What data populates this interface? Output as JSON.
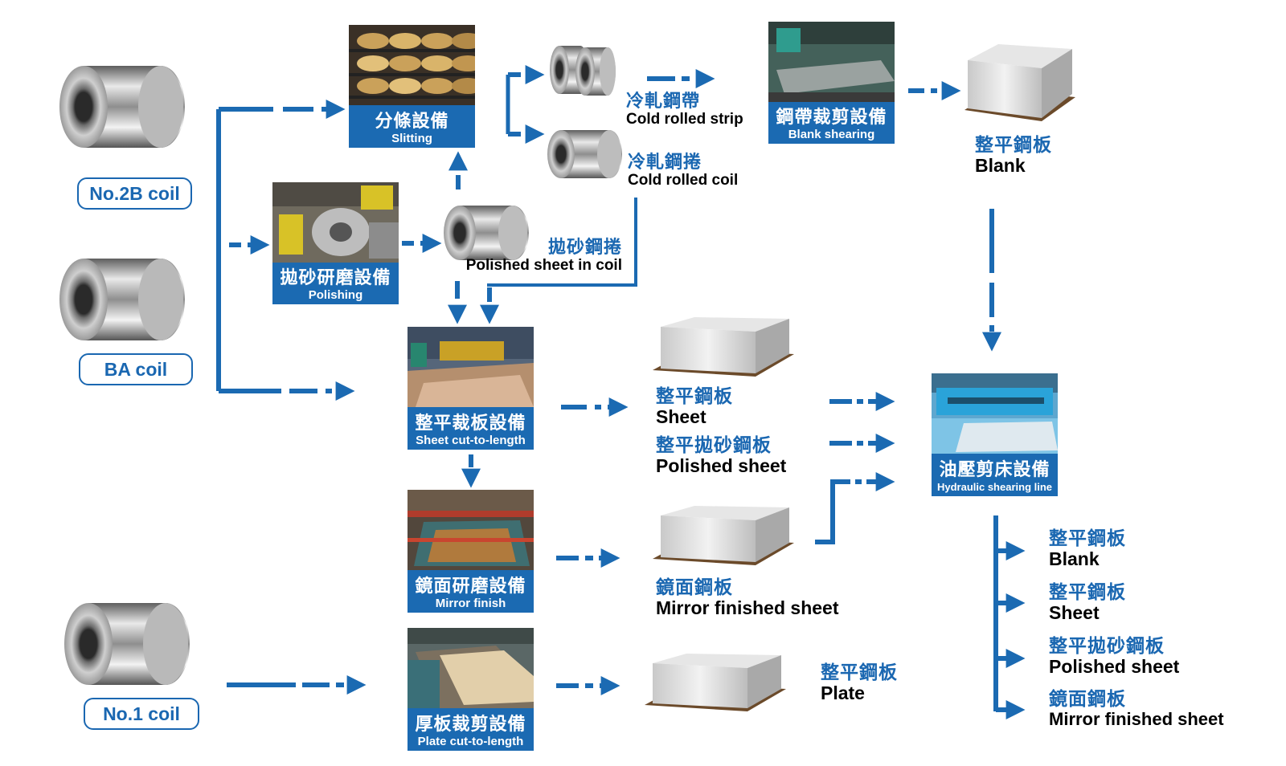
{
  "colors": {
    "accent": "#1a67b1",
    "arrow": "#1b6ab2"
  },
  "coils": {
    "no2b": {
      "label": "No.2B coil"
    },
    "ba": {
      "label": "BA coil"
    },
    "no1": {
      "label": "No.1 coil"
    }
  },
  "equipment": {
    "slitting": {
      "zh": "分條設備",
      "en": "Slitting",
      "icon": "slitting-machine-photo"
    },
    "polishing": {
      "zh": "拋砂研磨設備",
      "en": "Polishing",
      "icon": "polishing-machine-photo"
    },
    "blank_shearing": {
      "zh": "鋼帶裁剪設備",
      "en": "Blank shearing",
      "icon": "blank-shearing-machine-photo"
    },
    "sheet_ctl": {
      "zh": "整平裁板設備",
      "en": "Sheet cut-to-length",
      "icon": "sheet-cut-machine-photo"
    },
    "mirror": {
      "zh": "鏡面研磨設備",
      "en": "Mirror finish",
      "icon": "mirror-finish-machine-photo"
    },
    "plate_ctl": {
      "zh": "厚板裁剪設備",
      "en": "Plate cut-to-length",
      "icon": "plate-cut-machine-photo"
    },
    "hydraulic": {
      "zh": "油壓剪床設備",
      "en": "Hydraulic shearing line",
      "icon": "hydraulic-shear-photo"
    }
  },
  "products": {
    "cold_strip": {
      "zh": "冷軋鋼帶",
      "en": "Cold rolled strip"
    },
    "cold_coil": {
      "zh": "冷軋鋼捲",
      "en": "Cold rolled coil"
    },
    "polished_coil": {
      "zh": "拋砂鋼捲",
      "en": "Polished sheet in coil"
    },
    "blank": {
      "zh": "整平鋼板",
      "en": "Blank"
    },
    "sheet": {
      "zh": "整平鋼板",
      "en": "Sheet"
    },
    "polished_sheet": {
      "zh": "整平拋砂鋼板",
      "en": "Polished sheet"
    },
    "mirror_sheet": {
      "zh": "鏡面鋼板",
      "en": "Mirror finished sheet"
    },
    "plate": {
      "zh": "整平鋼板",
      "en": "Plate"
    }
  },
  "outputs": [
    {
      "zh": "整平鋼板",
      "en": "Blank"
    },
    {
      "zh": "整平鋼板",
      "en": "Sheet"
    },
    {
      "zh": "整平拋砂鋼板",
      "en": "Polished sheet"
    },
    {
      "zh": "鏡面鋼板",
      "en": "Mirror finished sheet"
    }
  ]
}
